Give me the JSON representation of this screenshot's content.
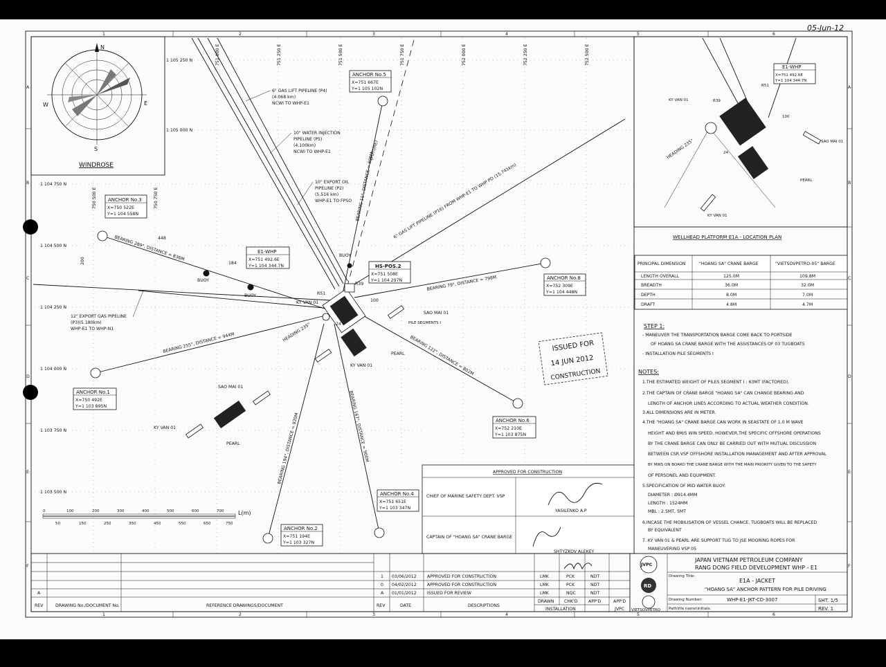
{
  "corner_date": "05-Jun-12",
  "border_numbers": [
    "1",
    "2",
    "3",
    "4",
    "5",
    "6"
  ],
  "border_letters": [
    "A",
    "B",
    "C",
    "D",
    "E",
    "F"
  ],
  "windrose": {
    "title": "WINDROSE",
    "n": "N",
    "s": "S",
    "e": "E",
    "w": "W"
  },
  "grid": {
    "northings": [
      "1 105 250 N",
      "1 105 000 N",
      "1 104 750 N",
      "1 104 500 N",
      "1 104 250 N",
      "1 104 000 N",
      "1 103 750 N",
      "1 103 500 N"
    ],
    "eastings": [
      "751 000 E",
      "751 250 E",
      "751 500 E",
      "751 750 E",
      "752 000 E",
      "752 250 E",
      "752 500 E"
    ],
    "left_eastings": [
      "750 500 E",
      "750 750 E"
    ]
  },
  "anchors": [
    {
      "title": "ANCHOR No.1",
      "x": "X=750 492E",
      "y": "Y=1 103 895N"
    },
    {
      "title": "ANCHOR No.2",
      "x": "X=751 194E",
      "y": "Y=1 103 327N"
    },
    {
      "title": "ANCHOR No.3",
      "x": "X=750 522E",
      "y": "Y=1 104 558N"
    },
    {
      "title": "ANCHOR No.4",
      "x": "X=751 651E",
      "y": "Y=1 103 347N"
    },
    {
      "title": "ANCHOR No.5",
      "x": "X=751 667E",
      "y": "Y=1 105 102N"
    },
    {
      "title": "ANCHOR No.6",
      "x": "X=752 210E",
      "y": "Y=1 103 875N"
    },
    {
      "title": "ANCHOR No.8",
      "x": "X=752 309E",
      "y": "Y=1 104 448N"
    }
  ],
  "e1_whp": {
    "title": "E1-WHP",
    "x": "X=751 492.6E",
    "y": "Y=1 104 344.7N"
  },
  "hs_pos": {
    "title": "HS-POS.2",
    "x": "X=751 508E",
    "y": "Y=1 104 297N"
  },
  "bearings": {
    "b289": "BEARING 289°, DISTANCE = 836M",
    "b255": "BEARING 255°, DISTANCE = 944M",
    "b194": "BEARING 194°, DISTANCE = 920M",
    "b167": "BEARING 167°, DISTANCE = 900M",
    "b122": "BEARING 122°, DISTANCE = 802M",
    "b79": "BEARING 79°, DISTANCE = 798M",
    "b11": "BEARING 11°, DISTANCE = 800M",
    "future": "(FUTURE)",
    "gaslift16": "6\" GAS LIFT PIPELINE (P16) FROM WHP-E1 TO WHP PD (15.741km)"
  },
  "pipelines": {
    "p4": [
      "6\" GAS LIFT PIPELINE (P4)",
      "(4.068 km)",
      "NCWI TO WHP-E1"
    ],
    "p5": [
      "10\" WATER INJECTION",
      "PIPELINE (P5)",
      "(4.100km)",
      "NCWI TO WHP-E1"
    ],
    "p2": [
      "10\" EXPORT OIL",
      "PIPELINE (P2)",
      "(5.516 km)",
      "WHP-E1 TO FPSO"
    ],
    "p3": [
      "12\" EXPORT GAS PIPELINE",
      "(P3)(5.180km)",
      "WHP-E1 TO WHP-N1"
    ]
  },
  "map_labels": {
    "buoy": "BUOY",
    "ky_van": "KY VAN 01",
    "sao_mai": "SAO MAI 01",
    "pearl": "PEARL",
    "pile_seg": "PILE SEGMENTS I",
    "heading": "HEADING 235°",
    "r51": "R51",
    "r39": "R39",
    "d100": "100",
    "d24": "24",
    "d448": "448",
    "d184": "184",
    "d200": "200"
  },
  "stamp": [
    "ISSUED FOR",
    "14 JUN 2012",
    "CONSTRUCTION"
  ],
  "scale_bar": {
    "unit": "L(m)",
    "top": [
      "0",
      "100",
      "200",
      "300",
      "400",
      "500",
      "600",
      "700"
    ],
    "bottom": [
      "50",
      "150",
      "250",
      "350",
      "450",
      "550",
      "650",
      "750"
    ]
  },
  "inset": {
    "caption": "WELLHEAD PLATFORM E1A - LOCATION PLAN",
    "sao_mai": "SAO MAI 01",
    "pearl": "PEARL",
    "ky_van_a": "KY VAN 01",
    "ky_van_b": "KY VAN 01",
    "heading": "HEADING 235°",
    "r51": "R51",
    "r39": "R39",
    "d100": "100",
    "d24": "24"
  },
  "dimension_table": {
    "headers": [
      "PRINCIPAL DIMENSION",
      "\"HOANG SA\" CRANE BARGE",
      "\"VIETSOVPETRO-05\" BARGE"
    ],
    "rows": [
      [
        "LENGTH OVERALL",
        "125.0M",
        "109.8M"
      ],
      [
        "BREADTH",
        "36.0M",
        "32.0M"
      ],
      [
        "DEPTH",
        "8.0M",
        "7.0M"
      ],
      [
        "DRAFT",
        "4.8M",
        "4.7M"
      ]
    ]
  },
  "step1": {
    "title": "STEP 1:",
    "lines": [
      "- MANEUVER THE TRANSPORTATION BARGE COME BACK TO PORTSIDE",
      "OF HOANG SA CRANE BARGE WITH THE ASSISTANCES OF 03 TUGBOATS",
      "- INSTALLATION PILE SEGMENTS I"
    ]
  },
  "notes": {
    "title": "NOTES:",
    "lines": [
      "1.THE ESTIMATED WEIGHT OF PILES SEGMENT I : 63MT (FACTORED).",
      "2.THE CAPTAIN OF CRANE BARGE \"HOANG SA\" CAN CHANGE BEARING AND",
      "LENGTH OF ANCHOR LINES ACCORDING TO ACTUAL WEATHER CONDITION.",
      "3.ALL DIMENSIONS ARE IN METER.",
      "4.THE \"HOANG SA\" CRANE BARGE CAN WORK IN SEASTATE OF 1.0 M WAVE",
      "HEIGHT AND 8M/S WIN SPEED. HOWEVER,THE SPECIFIC OFFSHORE OPERATIONS",
      "BY THE CRANE BARGE CAN ONLY BE CARRIED OUT WITH MUTUAL DISCUSSION",
      "BETWEEN CSR.VSP OFFSHORE INSTALLATION MANAGEMENT AND AFTER APPROVAL",
      "BY MWS ON BOARD THE CRANE BARGE WITH THE MAIN PRIORITY GIVEN TO THE SAFETY",
      "OF PERSONEL AND EQUIPMENT.",
      "5.SPECIFICATION OF MID WATER BUOY:",
      "DIAMETER : Ø914.4MM",
      "LENGTH : 1524MM",
      "MBL : 2.5MT, 5MT",
      "6.INCASE THE MOBILISATION OF VESSEL CHANCE, TUGBOATS WILL BE REPLACED",
      "BY EQUIVALENT",
      "7. KY VAN 01 & PEARL ARE SUPPORT TUG TO JSE MOORING ROPES FOR",
      "MANEUVERING VSP 05"
    ]
  },
  "approval": {
    "title": "APPROVED FOR CONSTRUCTION",
    "row1_label": "CHIEF OF MARINE SAFETY DEPT. VSP",
    "row1_name": "YASILENKO A.P",
    "row2_label": "CAPTAIN OF \"HOANG SA\" CRANE BARGE",
    "row2_name": "SHTYZKOV ALEKEY"
  },
  "revisions": [
    {
      "rev": "1",
      "date": "03/06/2012",
      "desc": "APPROVED FOR CONSTRUCTION",
      "drawn": "LMK",
      "chkd": "PCK",
      "appd": "NDT"
    },
    {
      "rev": "0",
      "date": "04/02/2012",
      "desc": "APPROVED FOR CONSTRUCTION",
      "drawn": "LMK",
      "chkd": "PCK",
      "appd": "NDT"
    },
    {
      "rev": "A",
      "date": "01/01/2012",
      "desc": "ISSUED FOR REVIEW",
      "drawn": "LMK",
      "chkd": "NQC",
      "appd": "NDT"
    }
  ],
  "title_block": {
    "left_rev": "A",
    "rev_label": "REV",
    "drawing_no_label": "DRAWING No./DOCUMENT No.",
    "ref_label": "REFERENCE DRAWINGS/DOCUMENT",
    "date_label": "DATE",
    "desc_label": "DESCRIPTIONS",
    "drawn_label": "DRAWN",
    "chkd_label": "CHK'D",
    "appd_label": "APP'D",
    "installation_label": "INSTALLATION",
    "appd_jvpc": "APP'D",
    "jvpc": "JVPC",
    "company1": "JAPAN VIETNAM PETROLEUM COMPANY",
    "company2": "RANG DONG FIELD DEVELOPMENT WHP - E1",
    "drawing_title_label": "Drawing Title:",
    "title1": "E1A - JACKET",
    "title2": "\"HOANG SA\" ANCHOR PATTERN FOR PILE DRIVING",
    "drawing_number_label": "Drawing Number:",
    "drawing_number": "WHP-E1-JKT-CD-3007",
    "sheet": "SHT. 1/5",
    "path_label": "Path\\file name\\initials:",
    "rev": "REV. 1"
  },
  "logos": {
    "jvpc": "JVPC",
    "rd": "RD",
    "vsp": "VIETSOVPETRO"
  }
}
